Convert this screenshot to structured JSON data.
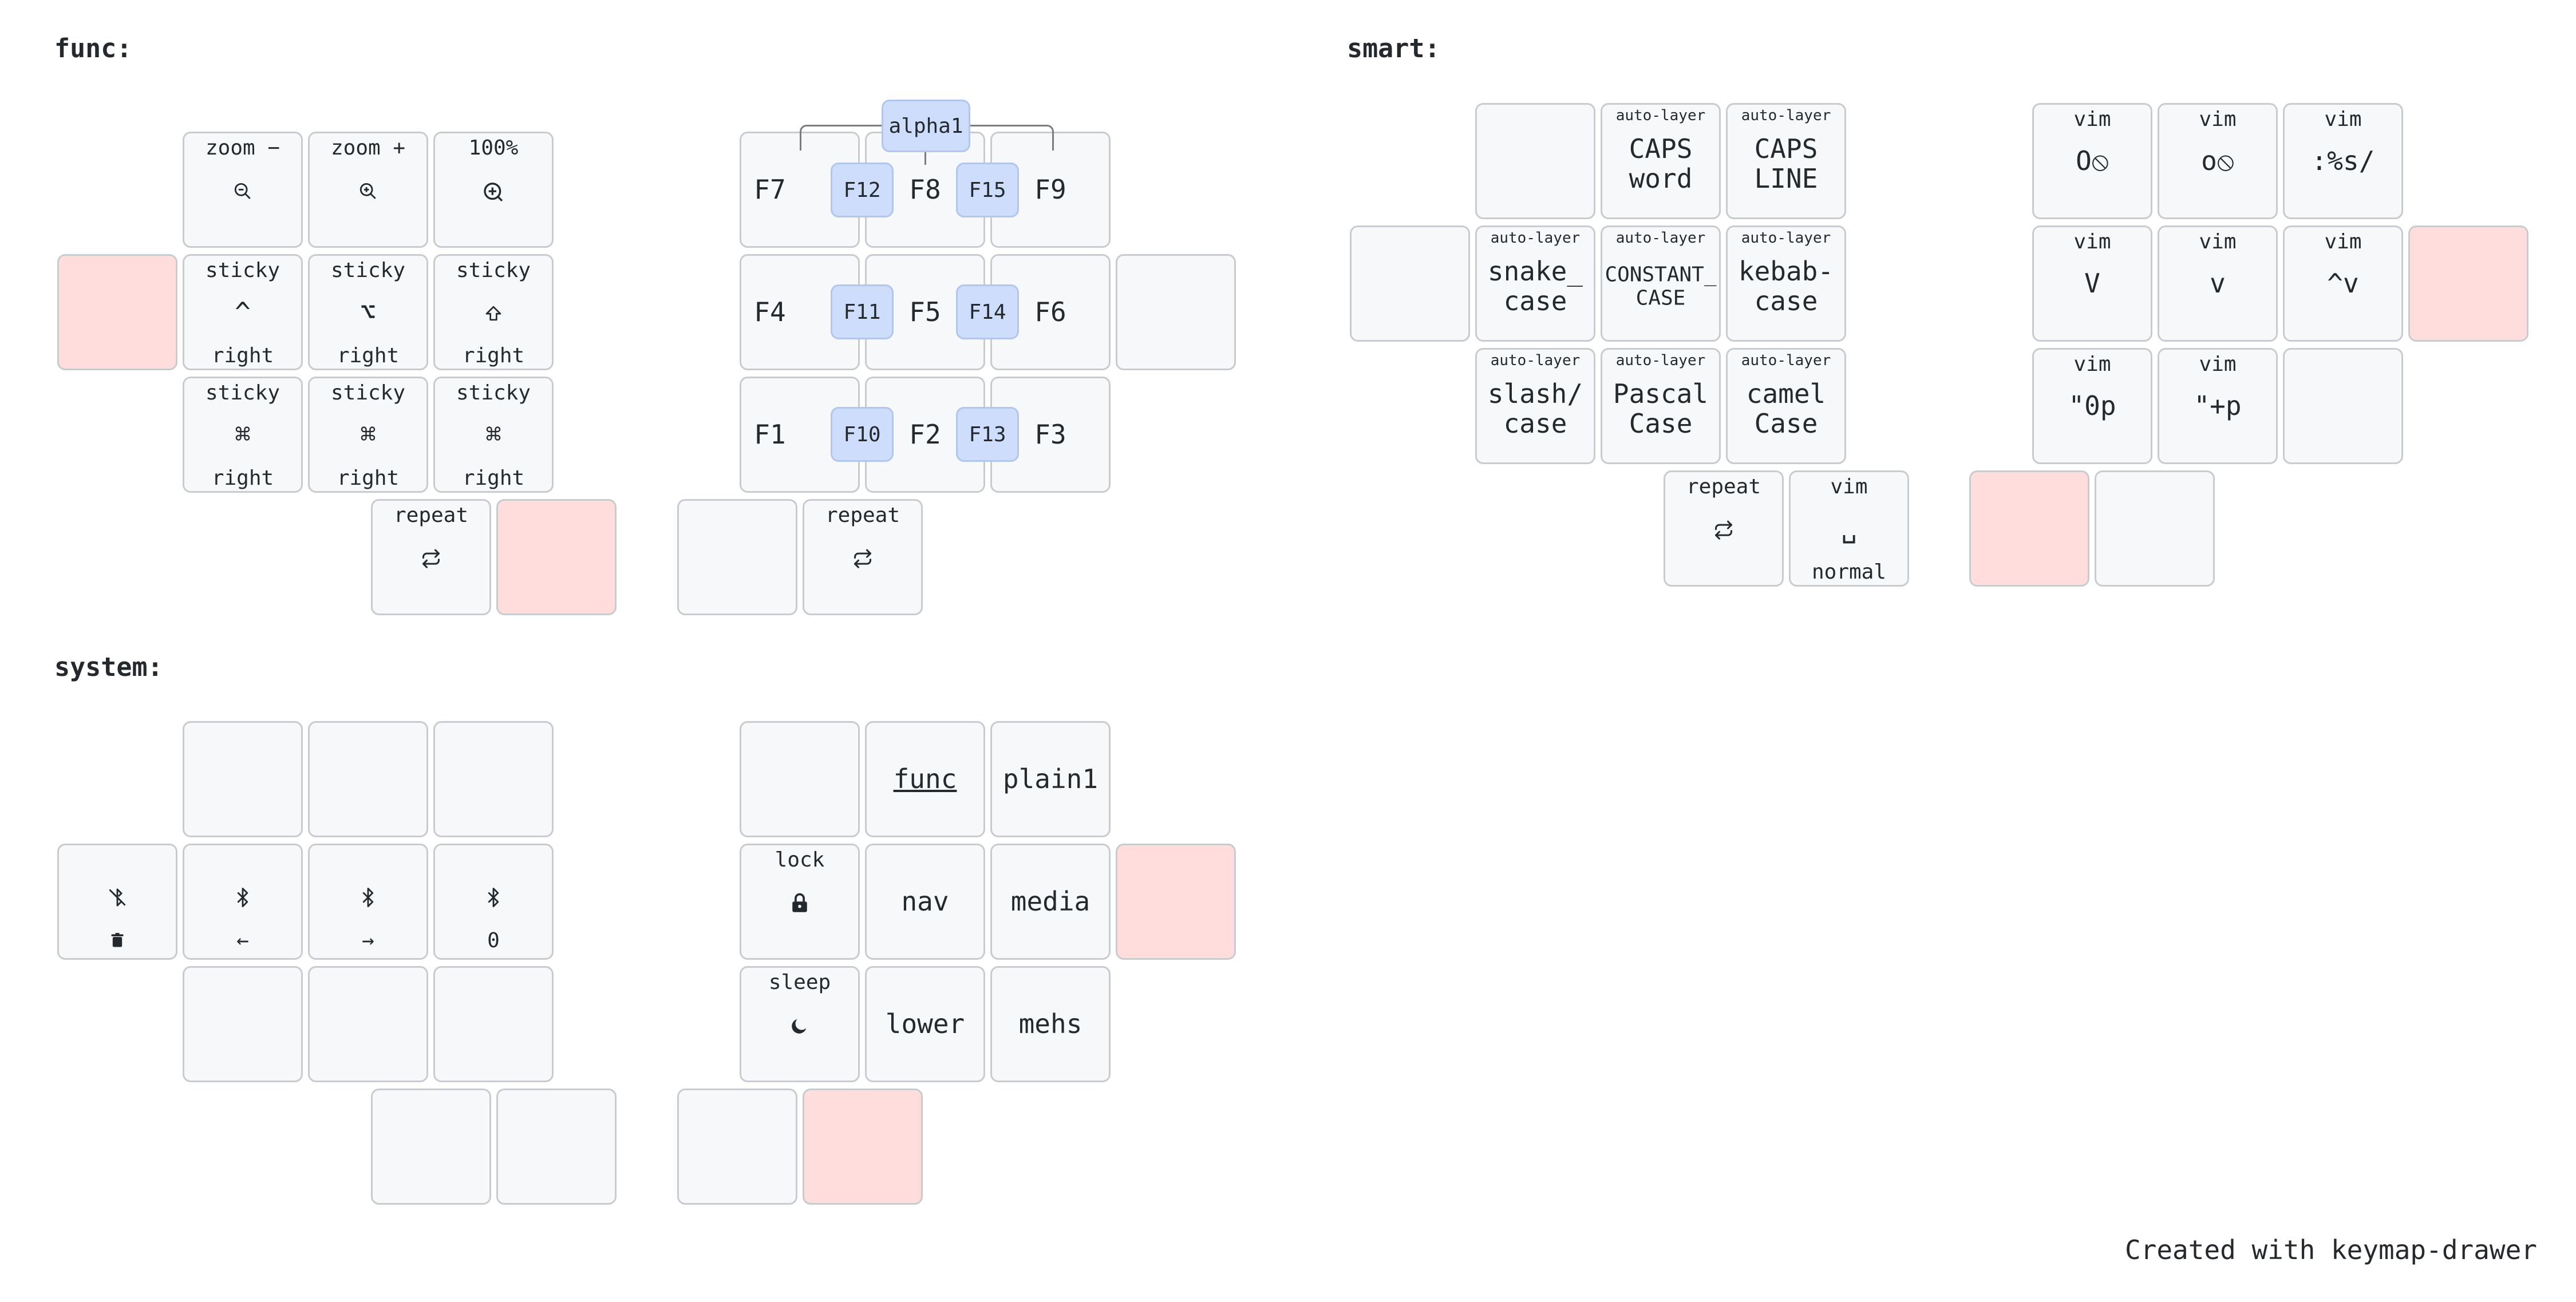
{
  "footer": "Created with keymap-drawer",
  "layers": {
    "func": {
      "title": "func:",
      "keys": {
        "zoom_out": {
          "shifted": "zoom −",
          "icon": "zoom-out-icon"
        },
        "zoom_in": {
          "shifted": "zoom +",
          "icon": "zoom-in-icon"
        },
        "zoom_reset": {
          "shifted": "100%",
          "icon": "zoom-reset-icon"
        },
        "ctrl": {
          "shifted": "sticky",
          "tap": "^",
          "hold": "right"
        },
        "alt": {
          "shifted": "sticky",
          "tap": "⌥",
          "hold": "right"
        },
        "shift": {
          "shifted": "sticky",
          "icon": "shift-icon",
          "hold": "right"
        },
        "cmd1": {
          "shifted": "sticky",
          "tap": "⌘",
          "hold": "right"
        },
        "cmd2": {
          "shifted": "sticky",
          "tap": "⌘",
          "hold": "right"
        },
        "cmd3": {
          "shifted": "sticky",
          "tap": "⌘",
          "hold": "right"
        },
        "repeat_left": {
          "shifted": "repeat",
          "icon": "repeat-icon"
        },
        "repeat_right": {
          "shifted": "repeat",
          "icon": "repeat-icon"
        },
        "f7": "F7",
        "f8": "F8",
        "f9": "F9",
        "f4": "F4",
        "f5": "F5",
        "f6": "F6",
        "f1": "F1",
        "f2": "F2",
        "f3": "F3"
      },
      "combos": {
        "alpha1": "alpha1",
        "f12": "F12",
        "f15": "F15",
        "f11": "F11",
        "f14": "F14",
        "f10": "F10",
        "f13": "F13"
      }
    },
    "smart": {
      "title": "smart:",
      "keys": {
        "caps_word": {
          "shifted": "auto-layer",
          "tap": [
            "CAPS",
            "word"
          ]
        },
        "caps_line": {
          "shifted": "auto-layer",
          "tap": [
            "CAPS",
            "LINE"
          ]
        },
        "snake": {
          "shifted": "auto-layer",
          "tap": [
            "snake_",
            "case"
          ]
        },
        "constant": {
          "shifted": "auto-layer",
          "tap": [
            "CONSTANT_",
            "CASE"
          ]
        },
        "kebab": {
          "shifted": "auto-layer",
          "tap": [
            "kebab-",
            "case"
          ]
        },
        "slash": {
          "shifted": "auto-layer",
          "tap": [
            "slash/",
            "case"
          ]
        },
        "pascal": {
          "shifted": "auto-layer",
          "tap": [
            "Pascal",
            "Case"
          ]
        },
        "camel": {
          "shifted": "auto-layer",
          "tap": [
            "camel",
            "Case"
          ]
        },
        "repeat": {
          "shifted": "repeat",
          "icon": "repeat-icon"
        },
        "vim_space": {
          "shifted": "vim",
          "tap": "␣",
          "hold": "normal"
        },
        "vim_O": {
          "shifted": "vim",
          "tap": "O⦸"
        },
        "vim_o": {
          "shifted": "vim",
          "tap": "o⦸"
        },
        "vim_sub": {
          "shifted": "vim",
          "tap": ":%s/"
        },
        "vim_V": {
          "shifted": "vim",
          "tap": "V"
        },
        "vim_v": {
          "shifted": "vim",
          "tap": "v"
        },
        "vim_ctrl_v": {
          "shifted": "vim",
          "tap": "^v"
        },
        "vim_0p": {
          "shifted": "vim",
          "tap": "\"0p"
        },
        "vim_plus_p": {
          "shifted": "vim",
          "tap": "\"+p"
        }
      }
    },
    "system": {
      "title": "system:",
      "keys": {
        "bt_clear": {
          "icon": "bluetooth-off-icon",
          "hold_icon": "trash-icon"
        },
        "bt_prev": {
          "icon": "bluetooth-icon",
          "hold": "←"
        },
        "bt_next": {
          "icon": "bluetooth-icon",
          "hold": "→"
        },
        "bt_0": {
          "icon": "bluetooth-icon",
          "hold": "0"
        },
        "func": "func",
        "plain1": "plain1",
        "lock": {
          "shifted": "lock",
          "icon": "lock-icon"
        },
        "nav": "nav",
        "media": "media",
        "sleep": {
          "shifted": "sleep",
          "icon": "moon-icon"
        },
        "lower": "lower",
        "mehs": "mehs"
      }
    }
  },
  "colors": {
    "key_bg": "#f6f8fa",
    "key_border": "#c9cccf",
    "held_bg": "#ffdddd",
    "combo_bg": "#cdddfb",
    "text": "#24292e"
  }
}
